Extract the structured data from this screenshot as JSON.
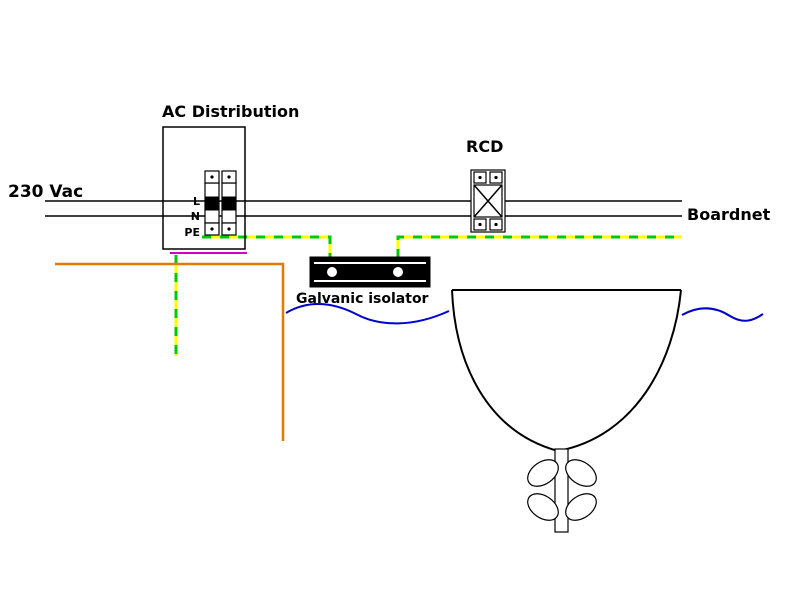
{
  "diagram": {
    "type": "wiring-diagram",
    "description": "Shore power 230 Vac feed through AC distribution breaker and RCD to boat boardnet, with protective earth routed through a galvanic isolator",
    "labels": {
      "supply_voltage": "230 Vac",
      "ac_distribution": "AC Distribution",
      "rcd": "RCD",
      "boardnet": "Boardnet",
      "galvanic_isolator": "Galvanic isolator",
      "line": "L",
      "neutral": "N",
      "protective_earth": "PE"
    },
    "colors": {
      "wire_black": "#000000",
      "earth_green": "#00c800",
      "earth_yellow": "#ffff00",
      "shore_orange": "#e07b00",
      "water_blue": "#0000cc",
      "accent_magenta": "#cc00cc",
      "background": "#ffffff"
    }
  }
}
